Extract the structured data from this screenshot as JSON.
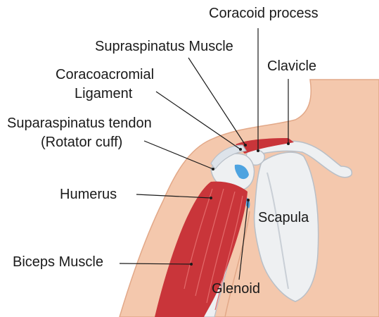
{
  "labels": {
    "coracoid_process": "Coracoid process",
    "supraspinatus_muscle": "Supraspinatus Muscle",
    "clavicle": "Clavicle",
    "coracoacromial_line1": "Coracoacromial",
    "coracoacromial_line2": "Ligament",
    "tendon_line1": "Suparaspinatus tendon",
    "tendon_line2": "(Rotator cuff)",
    "humerus": "Humerus",
    "scapula": "Scapula",
    "biceps_muscle": "Biceps Muscle",
    "glenoid": "Glenoid"
  },
  "colors": {
    "skin": "#f4c8ad",
    "skin_outline": "#e2a888",
    "bone": "#eef0f2",
    "bone_shade": "#c9cfd6",
    "muscle": "#c9353a",
    "muscle_light": "#e46a6a",
    "cartilage": "#4da3e0",
    "leader": "#1a1a1a"
  }
}
